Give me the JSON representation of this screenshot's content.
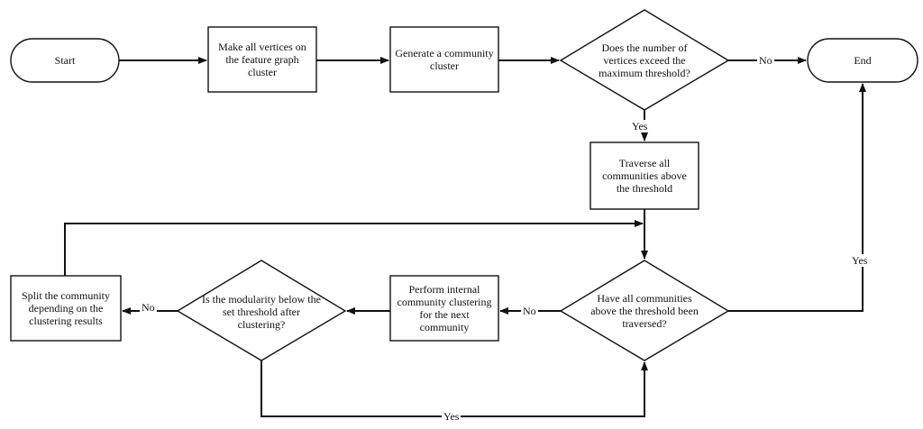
{
  "nodes": {
    "start": "Start",
    "make_vertices": "Make all vertices on the feature graph cluster",
    "generate": "Generate a community cluster",
    "exceed": "Does the number of vertices exceed the maximum threshold?",
    "end": "End",
    "traverse": "Traverse all communities above the threshold",
    "all_traversed": "Have all communities above the threshold been traversed?",
    "perform": "Perform internal community clustering for the next community",
    "modularity": "Is the modularity below the set threshold after clustering?",
    "split": "Split the community depending on the clustering results"
  },
  "edges": {
    "exceed_no": "No",
    "exceed_yes": "Yes",
    "traversed_yes": "Yes",
    "traversed_no": "No",
    "modularity_no": "No",
    "modularity_yes": "Yes"
  }
}
